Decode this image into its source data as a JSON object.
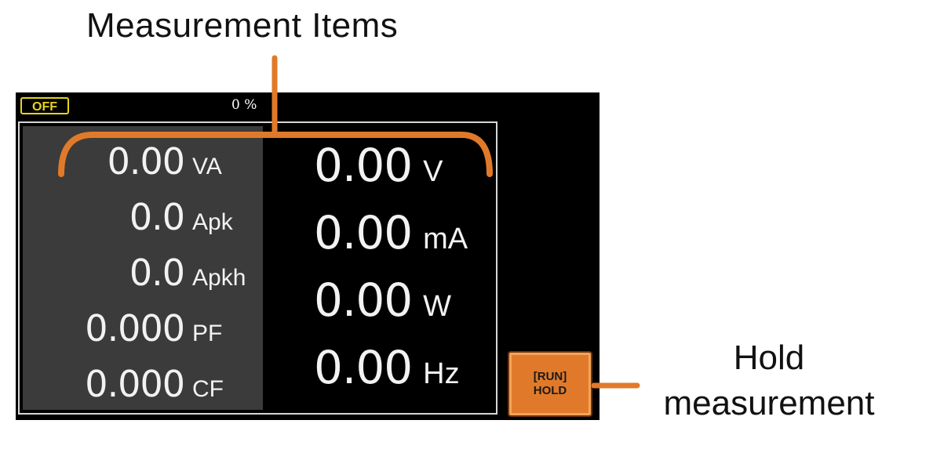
{
  "callouts": {
    "measurement_items": "Measurement Items",
    "hold_line1": "Hold",
    "hold_line2": "measurement"
  },
  "status": {
    "output_state": "OFF",
    "percent": "0 %"
  },
  "measurements_left": [
    {
      "value": "0.00",
      "unit": "VA"
    },
    {
      "value": "0.0",
      "unit": "Apk"
    },
    {
      "value": "0.0",
      "unit": "Apkh"
    },
    {
      "value": "0.000",
      "unit": "PF"
    },
    {
      "value": "0.000",
      "unit": "CF"
    }
  ],
  "measurements_right": [
    {
      "value": "0.00",
      "unit": "V"
    },
    {
      "value": "0.00",
      "unit": "mA"
    },
    {
      "value": "0.00",
      "unit": "W"
    },
    {
      "value": "0.00",
      "unit": "Hz"
    }
  ],
  "hold_button": {
    "line1": "[RUN]",
    "line2": "HOLD"
  },
  "colors": {
    "accent": "#e07a2a",
    "off_badge": "#e8d41a",
    "screen_bg": "#000000",
    "left_panel_bg": "#3b3b3b"
  }
}
